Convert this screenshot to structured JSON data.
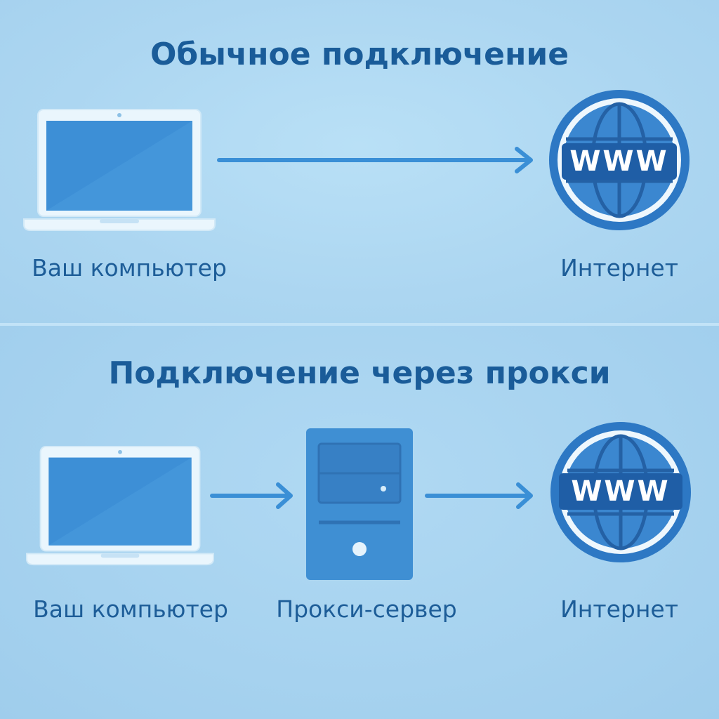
{
  "sections": {
    "direct": {
      "title": "Обычное подключение",
      "computer_label": "Ваш компьютер",
      "internet_label": "Интернет",
      "globe_text": "WWW"
    },
    "proxy": {
      "title": "Подключение через прокси",
      "computer_label": "Ваш компьютер",
      "proxy_label": "Прокси-сервер",
      "internet_label": "Интернет",
      "globe_text": "WWW"
    }
  },
  "icons": {
    "computer": "laptop-icon",
    "proxy": "server-tower-icon",
    "internet": "www-globe-icon",
    "connector": "arrow-right-icon"
  },
  "colors": {
    "title": "#1a5c99",
    "label": "#1d5d98",
    "arrow": "#3a8fd6",
    "screen": "#3d8fd6",
    "frame": "#eaf6fd",
    "globe": "#2d78c4",
    "server": "#3f8fd3"
  }
}
